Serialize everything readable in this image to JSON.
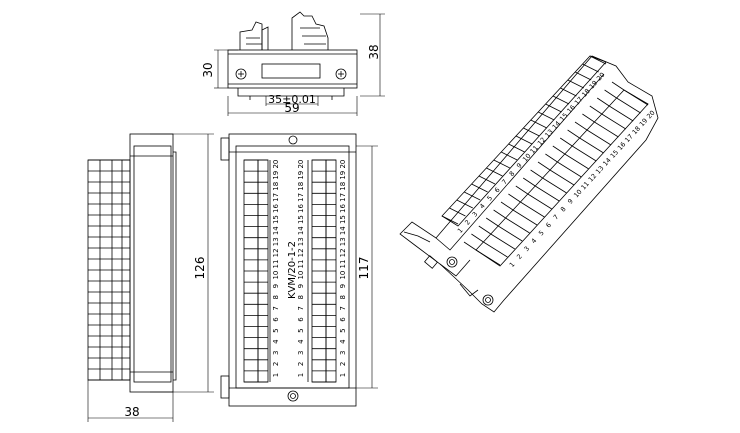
{
  "top_view": {
    "height_dim": "30",
    "height_dim_right": "38",
    "rail_dim": "35±0.01",
    "width_dim": "59"
  },
  "side_view": {
    "height_dim": "126",
    "width_dim": "38"
  },
  "front_view": {
    "height_dim": "117",
    "model_label": "KVM/20-1-2",
    "terminal_numbers": [
      "1",
      "2",
      "3",
      "4",
      "5",
      "6",
      "7",
      "8",
      "9",
      "10",
      "11",
      "12",
      "13",
      "14",
      "15",
      "16",
      "17",
      "18",
      "19",
      "20"
    ]
  },
  "iso_view": {
    "terminal_numbers": [
      "1",
      "2",
      "3",
      "4",
      "5",
      "6",
      "7",
      "8",
      "9",
      "10",
      "11",
      "12",
      "13",
      "14",
      "15",
      "16",
      "17",
      "18",
      "19",
      "20"
    ]
  }
}
